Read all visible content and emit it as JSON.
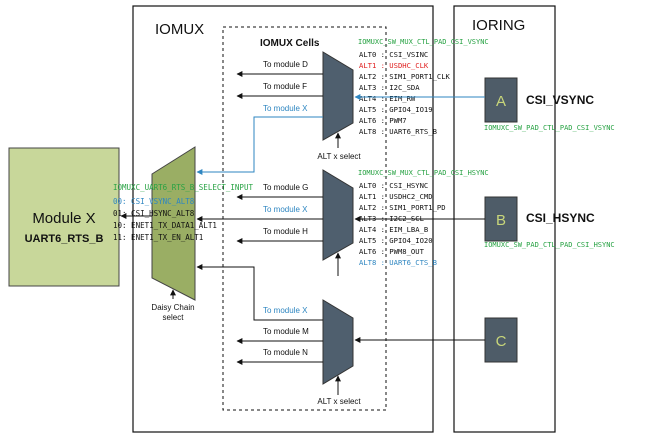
{
  "titles": {
    "iomux": "IOMUX",
    "ioring": "IORING",
    "cells": "IOMUX Cells"
  },
  "module_x": {
    "line1": "Module X",
    "line2": "UART6_RTS_B"
  },
  "pads": [
    {
      "letter": "A",
      "name": "CSI_VSYNC",
      "pad_ctl": "IOMUXC_SW_PAD_CTL_PAD_CSI_VSYNC"
    },
    {
      "letter": "B",
      "name": "CSI_HSYNC",
      "pad_ctl": "IOMUXC_SW_PAD_CTL_PAD_CSI_HSYNC"
    },
    {
      "letter": "C"
    }
  ],
  "mux1": {
    "ctl": "IOMUXC_SW_MUX_CTL_PAD_CSI_VSYNC",
    "outputs": [
      "To module D",
      "To module F",
      "To module X"
    ],
    "alts": [
      "ALT0 : CSI_VSINC",
      "ALT1 : USDHC_CLK",
      "ALT2 : SIM1_PORT1_CLK",
      "ALT3 : I2C_SDA",
      "ALT4 : EIM_RW",
      "ALT5 : GPIO4_IO19",
      "ALT6 : PWM7",
      "ALT8 : UART6_RTS_B"
    ],
    "select": "ALT x select"
  },
  "mux2": {
    "ctl": "IOMUXC_SW_MUX_CTL_PAD_CSI_HSYNC",
    "outputs": [
      "To module G",
      "To module X",
      "To module H"
    ],
    "alts": [
      "ALT0 : CSI_HSYNC",
      "ALT1 : USDHC2_CMD",
      "ALT2 : SIM1_PORT1_PD",
      "ALT3 : I2C2_SCL",
      "ALT4 : EIM_LBA_B",
      "ALT5 : GPIO4_IO20",
      "ALT6 : PWM8_OUT",
      "ALT8 : UART6_CTS_B"
    ]
  },
  "mux3": {
    "outputs": [
      "To module X",
      "To module M",
      "To module N"
    ],
    "select": "ALT x select"
  },
  "daisy": {
    "ctl": "IOMUXC_UART6_RTS_B_SELECT_INPUT",
    "options": [
      "00: CSI_VSYNC_ALT8",
      "01: CSI_HSYNC_ALT8",
      "10: ENET1_TX_DATA1_ALT1",
      "11: ENET1_TX_EN_ALT1"
    ],
    "label_line1": "Daisy Chain",
    "label_line2": "select"
  },
  "colors": {
    "blue": "#2e86c1",
    "green": "#27a243",
    "red": "#e02020",
    "mux_fill": "#4f5f6e",
    "pad_fill": "#4e5c68",
    "pad_letter": "#c8d67a",
    "module_fill": "#c8d79a",
    "daisy_fill": "#9aae64"
  }
}
